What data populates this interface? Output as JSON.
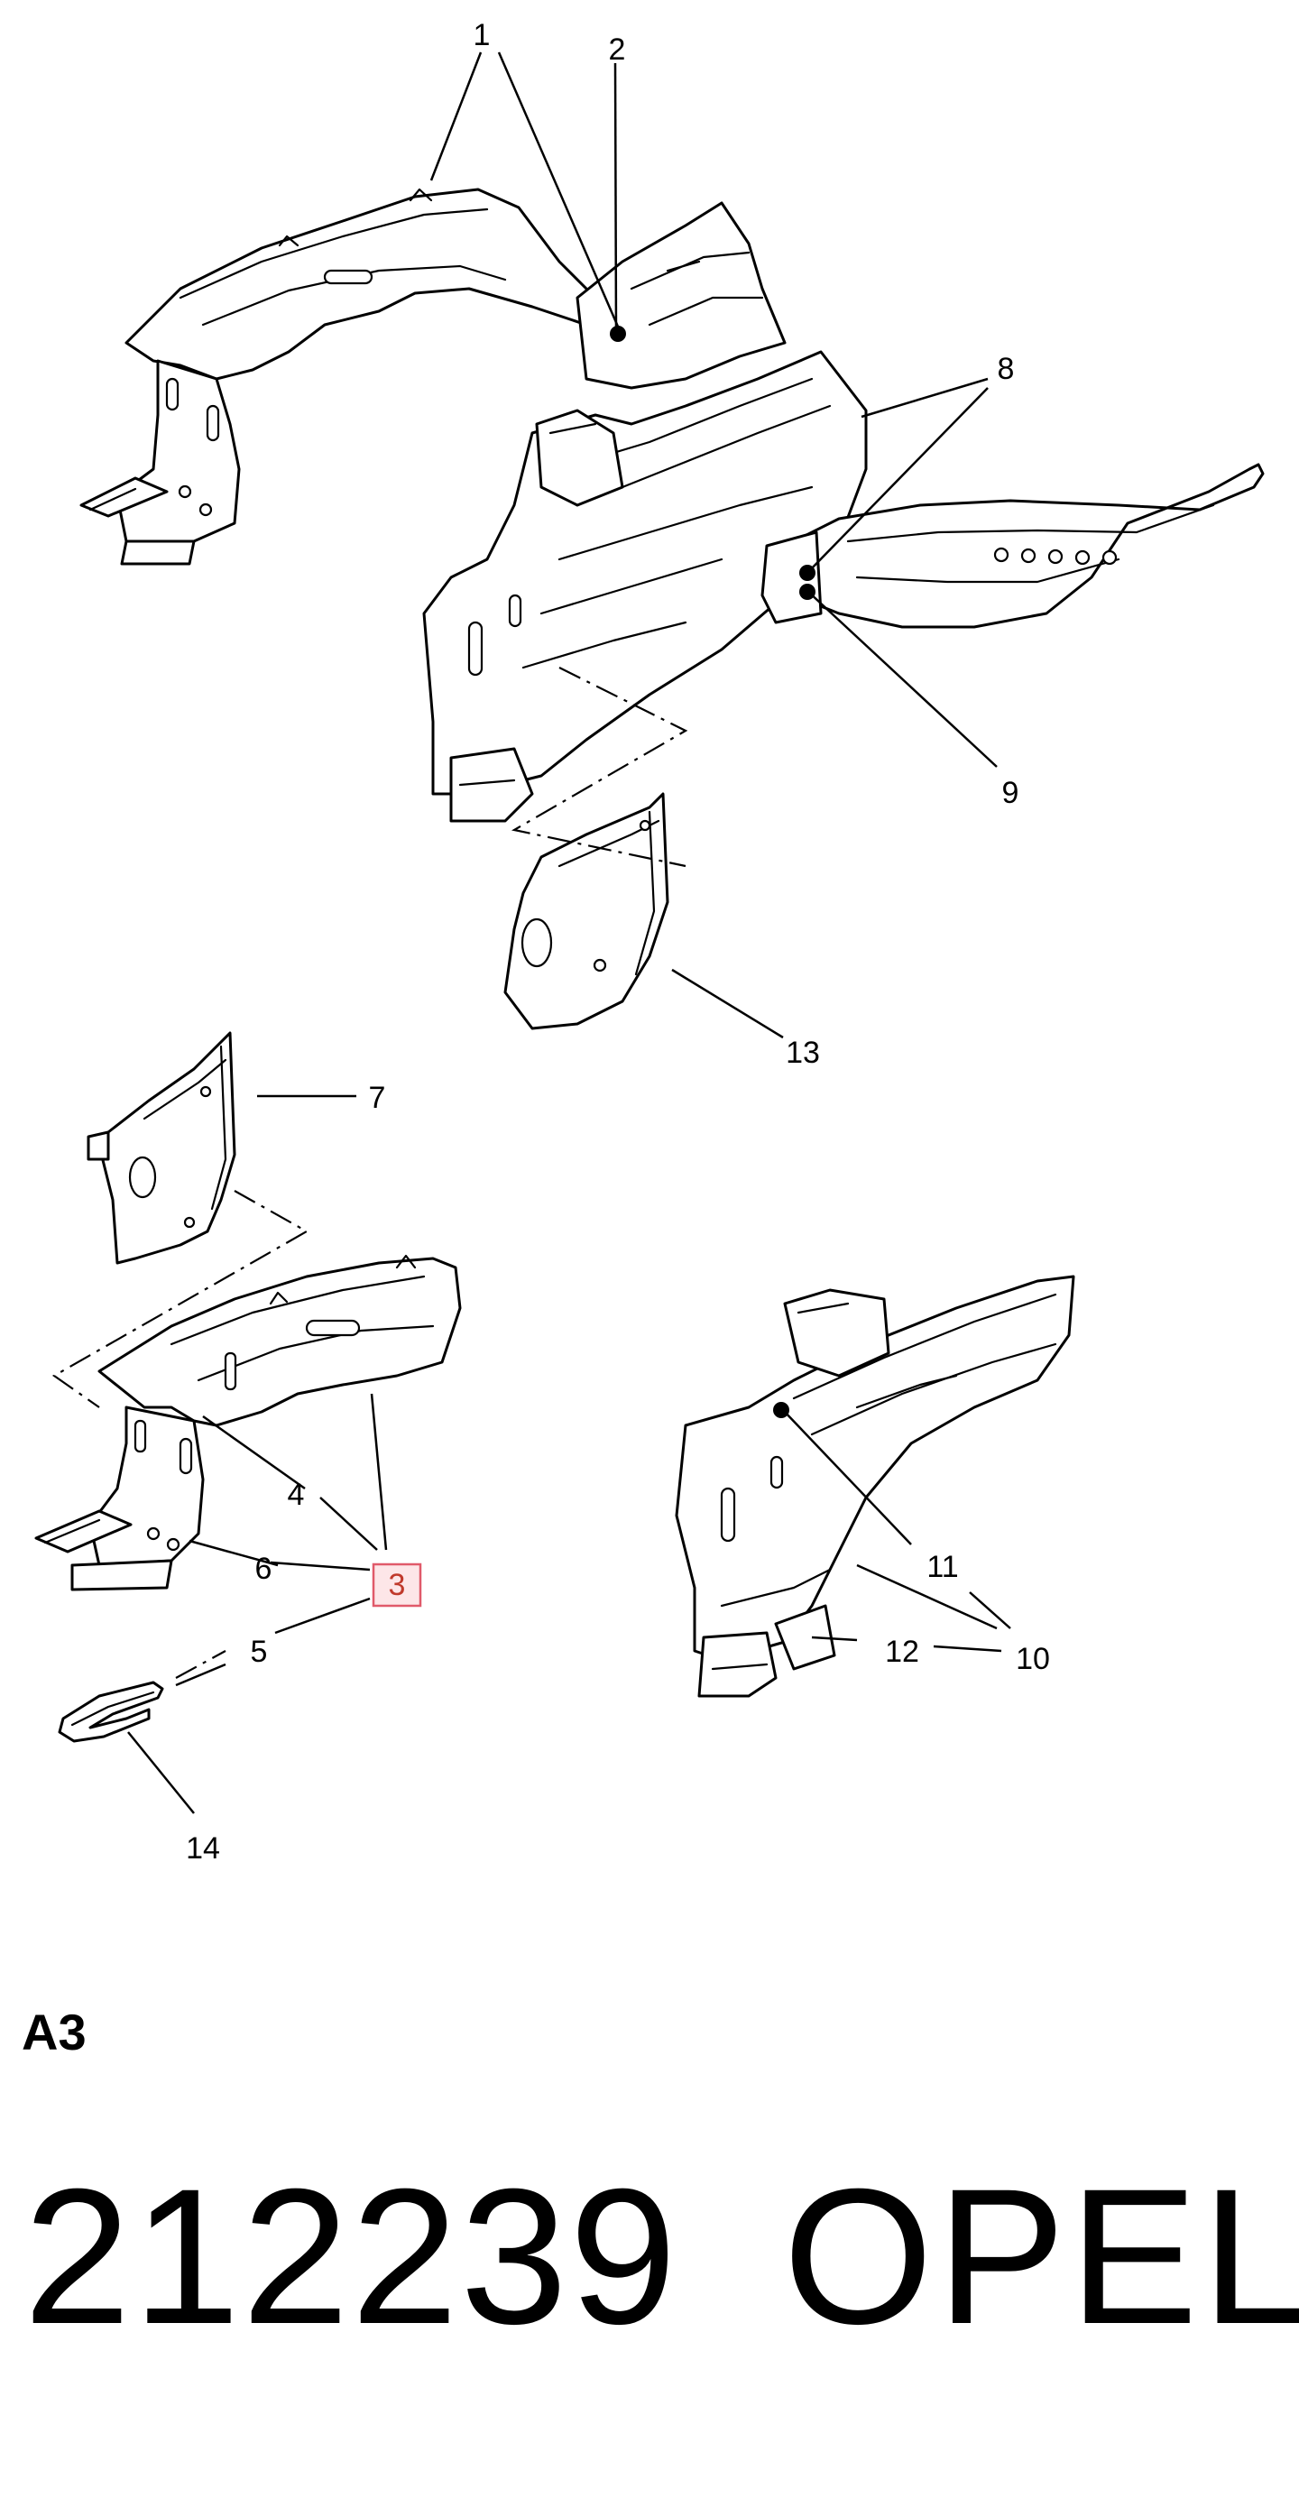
{
  "diagram": {
    "callouts": {
      "c1": "1",
      "c2": "2",
      "c3": "3",
      "c4": "4",
      "c5": "5",
      "c6": "6",
      "c7": "7",
      "c8": "8",
      "c9": "9",
      "c10": "10",
      "c11": "11",
      "c12": "12",
      "c13": "13",
      "c14": "14"
    },
    "highlight_color": "#e05a6a"
  },
  "footer": {
    "section_code": "A3",
    "part_number": "212239",
    "brand": "OPEL"
  }
}
